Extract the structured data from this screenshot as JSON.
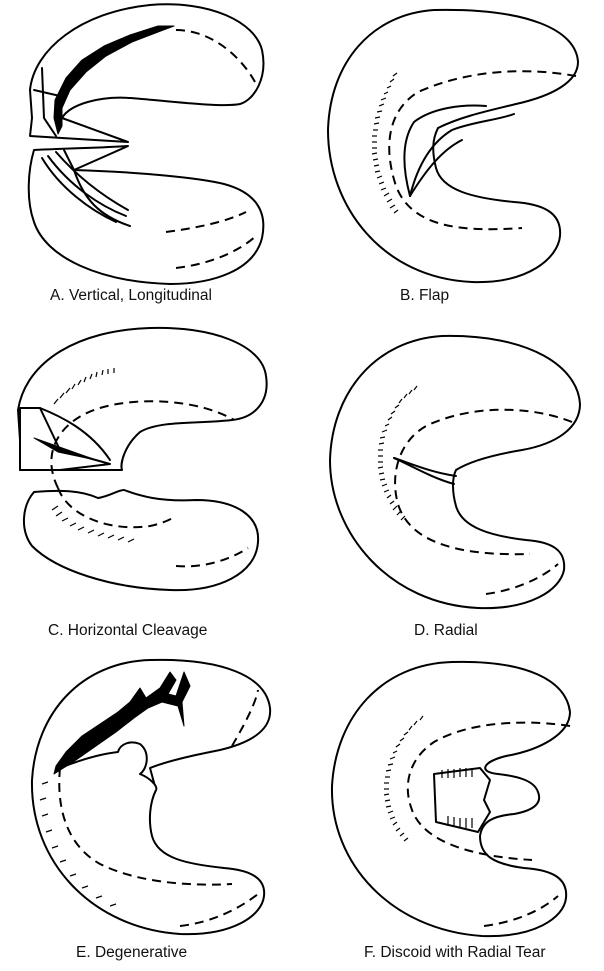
{
  "figure": {
    "panels": [
      {
        "id": "A",
        "caption": "A.  Vertical, Longitudinal"
      },
      {
        "id": "B",
        "caption": "B.  Flap"
      },
      {
        "id": "C",
        "caption": "C.  Horizontal Cleavage"
      },
      {
        "id": "D",
        "caption": "D.  Radial"
      },
      {
        "id": "E",
        "caption": "E.  Degenerative"
      },
      {
        "id": "F",
        "caption": "F.  Discoid with Radial Tear"
      }
    ]
  }
}
